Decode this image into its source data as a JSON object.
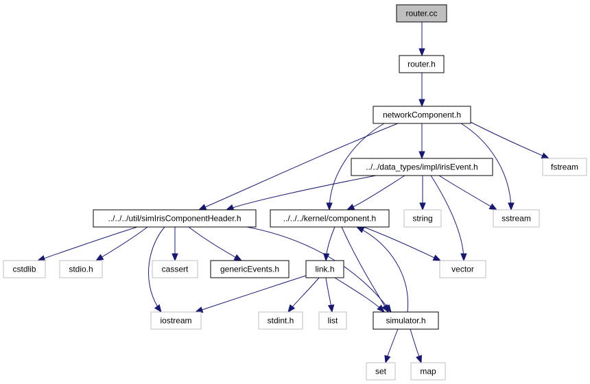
{
  "diagram": {
    "type": "include-dependency-graph",
    "nodes": [
      {
        "id": "router_cc",
        "label": "router.cc",
        "kind": "main"
      },
      {
        "id": "router_h",
        "label": "router.h",
        "kind": "doc"
      },
      {
        "id": "networkComponent_h",
        "label": "networkComponent.h",
        "kind": "doc"
      },
      {
        "id": "irisEvent_h",
        "label": "../../data_types/impl/irisEvent.h",
        "kind": "doc"
      },
      {
        "id": "fstream",
        "label": "fstream",
        "kind": "sys"
      },
      {
        "id": "simIris_h",
        "label": "../../../util/simIrisComponentHeader.h",
        "kind": "doc"
      },
      {
        "id": "component_h",
        "label": "../../../kernel/component.h",
        "kind": "doc"
      },
      {
        "id": "string",
        "label": "string",
        "kind": "sys"
      },
      {
        "id": "sstream",
        "label": "sstream",
        "kind": "sys"
      },
      {
        "id": "cstdlib",
        "label": "cstdlib",
        "kind": "sys"
      },
      {
        "id": "stdio_h",
        "label": "stdio.h",
        "kind": "sys"
      },
      {
        "id": "cassert",
        "label": "cassert",
        "kind": "sys"
      },
      {
        "id": "genericEvents_h",
        "label": "genericEvents.h",
        "kind": "doc"
      },
      {
        "id": "link_h",
        "label": "link.h",
        "kind": "doc"
      },
      {
        "id": "vector",
        "label": "vector",
        "kind": "sys"
      },
      {
        "id": "iostream",
        "label": "iostream",
        "kind": "sys"
      },
      {
        "id": "stdint_h",
        "label": "stdint.h",
        "kind": "sys"
      },
      {
        "id": "list",
        "label": "list",
        "kind": "sys"
      },
      {
        "id": "simulator_h",
        "label": "simulator.h",
        "kind": "doc"
      },
      {
        "id": "set",
        "label": "set",
        "kind": "sys"
      },
      {
        "id": "map",
        "label": "map",
        "kind": "sys"
      }
    ],
    "edges": [
      {
        "from": "router_cc",
        "to": "router_h"
      },
      {
        "from": "router_h",
        "to": "networkComponent_h"
      },
      {
        "from": "networkComponent_h",
        "to": "irisEvent_h"
      },
      {
        "from": "networkComponent_h",
        "to": "fstream"
      },
      {
        "from": "networkComponent_h",
        "to": "simIris_h"
      },
      {
        "from": "networkComponent_h",
        "to": "component_h"
      },
      {
        "from": "networkComponent_h",
        "to": "sstream"
      },
      {
        "from": "irisEvent_h",
        "to": "simIris_h"
      },
      {
        "from": "irisEvent_h",
        "to": "component_h"
      },
      {
        "from": "irisEvent_h",
        "to": "string"
      },
      {
        "from": "irisEvent_h",
        "to": "sstream"
      },
      {
        "from": "irisEvent_h",
        "to": "vector"
      },
      {
        "from": "simIris_h",
        "to": "cstdlib"
      },
      {
        "from": "simIris_h",
        "to": "stdio_h"
      },
      {
        "from": "simIris_h",
        "to": "cassert"
      },
      {
        "from": "simIris_h",
        "to": "genericEvents_h"
      },
      {
        "from": "simIris_h",
        "to": "iostream"
      },
      {
        "from": "simIris_h",
        "to": "simulator_h"
      },
      {
        "from": "component_h",
        "to": "link_h"
      },
      {
        "from": "component_h",
        "to": "vector"
      },
      {
        "from": "component_h",
        "to": "simulator_h"
      },
      {
        "from": "link_h",
        "to": "iostream"
      },
      {
        "from": "link_h",
        "to": "stdint_h"
      },
      {
        "from": "link_h",
        "to": "list"
      },
      {
        "from": "link_h",
        "to": "simulator_h"
      },
      {
        "from": "simulator_h",
        "to": "component_h"
      },
      {
        "from": "simulator_h",
        "to": "set"
      },
      {
        "from": "simulator_h",
        "to": "map"
      }
    ]
  },
  "colors": {
    "edge": "#191970",
    "main_fill": "#bfbfbf",
    "node_border": "#000000",
    "system_border": "#bfbfbf",
    "background": "#ffffff"
  }
}
